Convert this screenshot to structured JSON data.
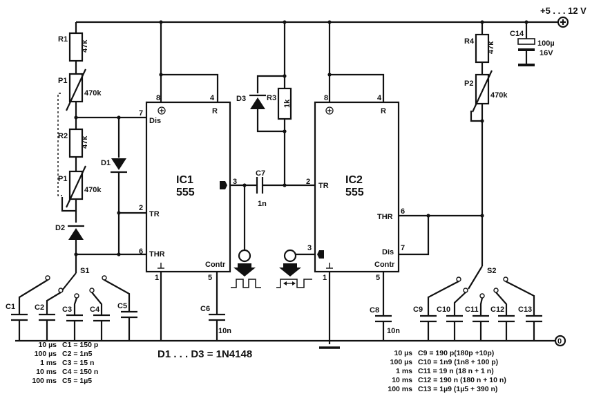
{
  "supply": {
    "label": "+5 . . . 12 V"
  },
  "ground": {
    "label": "0"
  },
  "ic1": {
    "name": "IC1",
    "type": "555",
    "pins": {
      "p8": "8",
      "p4": "4",
      "p7": "7",
      "p2": "2",
      "p6": "6",
      "p3": "3",
      "p1": "1",
      "p5": "5"
    },
    "labels": {
      "reset": "R",
      "dis": "Dis",
      "tr": "TR",
      "thr": "THR",
      "contr": "Contr"
    }
  },
  "ic2": {
    "name": "IC2",
    "type": "555",
    "pins": {
      "p8": "8",
      "p4": "4",
      "p2": "2",
      "p6": "6",
      "p7": "7",
      "p3": "3",
      "p1": "1",
      "p5": "5"
    },
    "labels": {
      "reset": "R",
      "tr": "TR",
      "thr": "THR",
      "dis": "Dis",
      "contr": "Contr"
    }
  },
  "components": {
    "r1": {
      "name": "R1",
      "value": "47k"
    },
    "p1a": {
      "name": "P1",
      "value": "470k"
    },
    "r2": {
      "name": "R2",
      "value": "47k"
    },
    "p1b": {
      "name": "P1",
      "value": "470k"
    },
    "d1": {
      "name": "D1"
    },
    "d2": {
      "name": "D2"
    },
    "d3": {
      "name": "D3"
    },
    "r3": {
      "name": "R3",
      "value": "1k"
    },
    "c7": {
      "name": "C7",
      "value": "1n"
    },
    "r4": {
      "name": "R4",
      "value": "47k"
    },
    "p2": {
      "name": "P2",
      "value": "470k"
    },
    "c14": {
      "name": "C14",
      "value1": "100µ",
      "value2": "16V"
    },
    "c6": {
      "name": "C6",
      "value": "10n"
    },
    "c8": {
      "name": "C8",
      "value": "10n"
    },
    "s1": {
      "name": "S1"
    },
    "s2": {
      "name": "S2"
    },
    "bank1": [
      "C1",
      "C2",
      "C3",
      "C4",
      "C5"
    ],
    "bank2": [
      "C9",
      "C10",
      "C11",
      "C12",
      "C13"
    ]
  },
  "diode_note": "D1 . . . D3 = 1N4148",
  "table_left": [
    {
      "time": "10 µs",
      "value": "C1 = 150 p"
    },
    {
      "time": "100 µs",
      "value": "C2 = 1n5"
    },
    {
      "time": "1 ms",
      "value": "C3 = 15 n"
    },
    {
      "time": "10 ms",
      "value": "C4 = 150 n"
    },
    {
      "time": "100 ms",
      "value": "C5 = 1µ5"
    }
  ],
  "table_right": [
    {
      "time": "10 µs",
      "value": "C9 = 190 p(180p +10p)"
    },
    {
      "time": "100 µs",
      "value": "C10 = 1n9 (1n8 + 100 p)"
    },
    {
      "time": "1 ms",
      "value": "C11 = 19 n (18 n + 1 n)"
    },
    {
      "time": "10 ms",
      "value": "C12 = 190 n (180 n + 10 n)"
    },
    {
      "time": "100 ms",
      "value": "C13 = 1µ9 (1µ5 + 390 n)"
    }
  ]
}
